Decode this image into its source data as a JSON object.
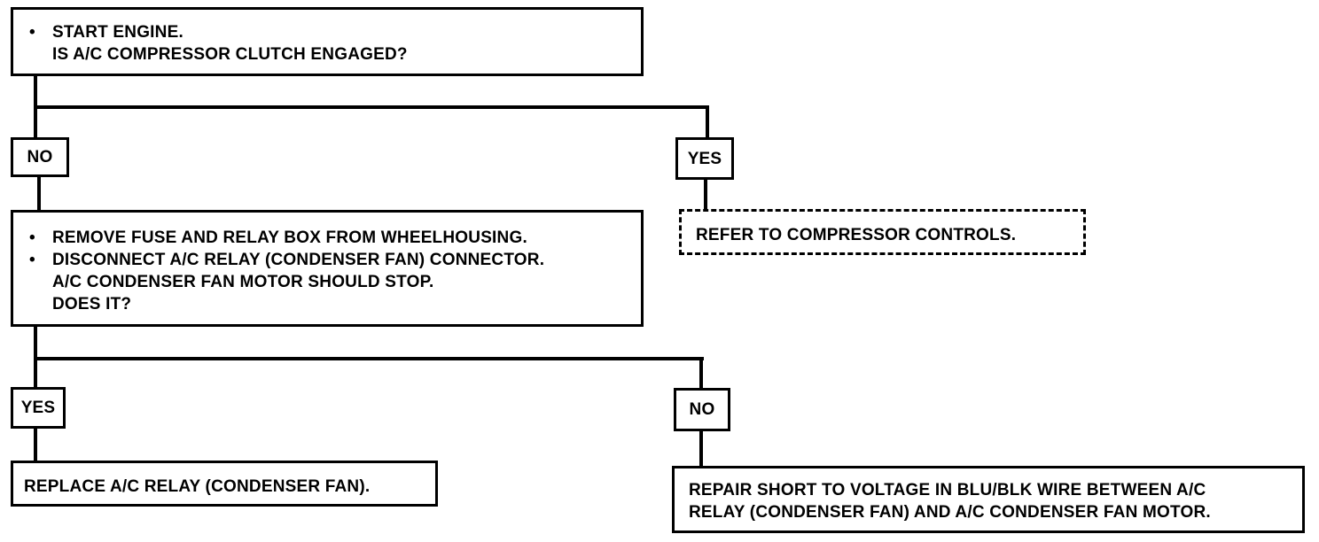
{
  "start_box": {
    "bullet": "•",
    "line1": "START ENGINE.",
    "line2": "IS A/C COMPRESSOR CLUTCH ENGAGED?"
  },
  "branch1": {
    "no_label": "NO",
    "yes_label": "YES",
    "yes_result": "REFER TO COMPRESSOR CONTROLS."
  },
  "step2_box": {
    "bullet1": "•",
    "line1": "REMOVE FUSE AND RELAY BOX FROM WHEELHOUSING.",
    "bullet2": "•",
    "line2": "DISCONNECT A/C RELAY (CONDENSER FAN) CONNECTOR.",
    "line3": "A/C CONDENSER FAN MOTOR SHOULD STOP.",
    "line4": "DOES IT?"
  },
  "branch2": {
    "yes_label": "YES",
    "no_label": "NO",
    "yes_result": "REPLACE A/C RELAY (CONDENSER FAN).",
    "no_result_line1": "REPAIR SHORT TO VOLTAGE IN BLU/BLK WIRE BETWEEN A/C",
    "no_result_line2": "RELAY (CONDENSER FAN) AND A/C CONDENSER FAN MOTOR."
  }
}
